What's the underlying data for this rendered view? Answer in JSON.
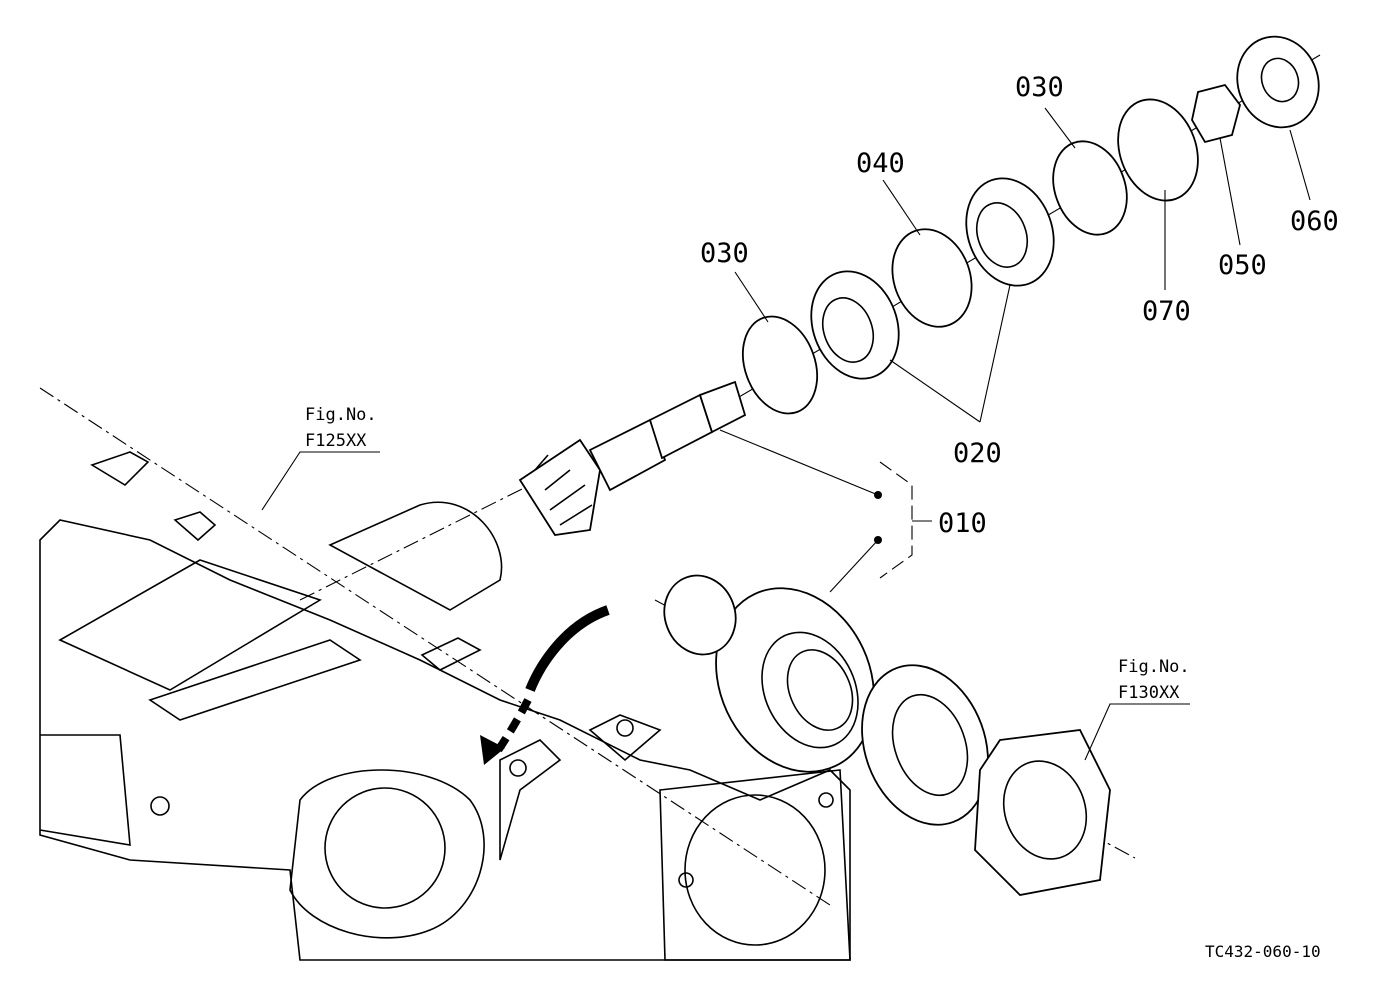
{
  "callouts": {
    "c010": "010",
    "c020": "020",
    "c030_left": "030",
    "c030_right": "030",
    "c040": "040",
    "c050": "050",
    "c060": "060",
    "c070": "070"
  },
  "figure_refs": {
    "ref1_line1": "Fig.No.",
    "ref1_line2": "F125XX",
    "ref2_line1": "Fig.No.",
    "ref2_line2": "F130XX"
  },
  "document_id": "TC432-060-10",
  "colors": {
    "ink": "#000000",
    "paper": "#ffffff"
  }
}
